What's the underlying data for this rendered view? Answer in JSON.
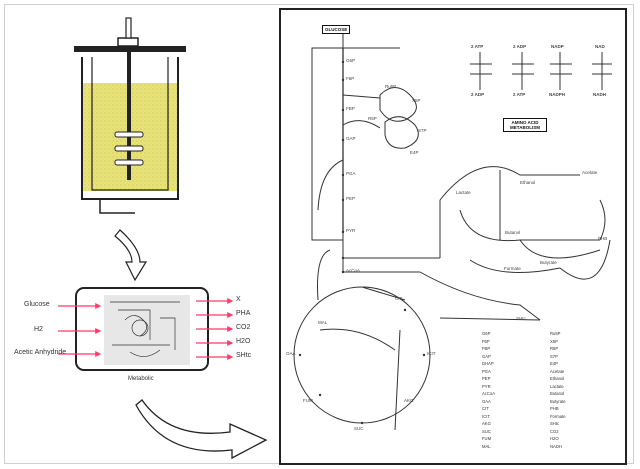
{
  "reactor_panel": {
    "inputs": [
      {
        "label": "Glucose"
      },
      {
        "label": "H2"
      },
      {
        "label": "Acetic Anhydride"
      }
    ],
    "outputs": [
      {
        "label": "X"
      },
      {
        "label": "PHA"
      },
      {
        "label": "CO2"
      },
      {
        "label": "H2O"
      },
      {
        "label": "SHtc"
      }
    ],
    "caption": "Metabolic"
  },
  "network": {
    "top_label": "GLUCOSE",
    "side_label": "AMINO ACID METABOLISM",
    "cofactors": [
      "2 ATP",
      "2 ADP",
      "NADP",
      "NAD"
    ],
    "cofactors_bottom": [
      "2 ADP",
      "2 ATP",
      "NADPH",
      "NADH"
    ],
    "nodes": [
      "G6P",
      "F6P",
      "FBP",
      "GAP",
      "PGA",
      "PEP",
      "PYR",
      "AcCoA",
      "OAA",
      "CIT",
      "ICIT",
      "AKG",
      "SUC",
      "FUM",
      "MAL",
      "Ru5P",
      "X5P",
      "R5P",
      "S7P",
      "E4P",
      "Acetate",
      "Ethanol",
      "Lactate",
      "Butanol",
      "Butyrate",
      "PHB",
      "Formate",
      "SHtc"
    ],
    "legend_left": [
      "G6P",
      "F6P",
      "FBP",
      "GAP",
      "DHAP",
      "PGA",
      "PEP",
      "PYR",
      "AcCoA",
      "OAA",
      "CIT",
      "ICIT",
      "AKG",
      "SUC",
      "FUM",
      "MAL"
    ],
    "legend_right": [
      "Ru5P",
      "X5P",
      "R5P",
      "S7P",
      "E4P",
      "Acetate",
      "Ethanol",
      "Lactate",
      "Butanol",
      "Butyrate",
      "PHB",
      "Formate",
      "SHtc",
      "CO2",
      "H2O",
      "NADH"
    ]
  },
  "colors": {
    "accent": "#ff3b6b",
    "broth": "#e8e27a"
  }
}
